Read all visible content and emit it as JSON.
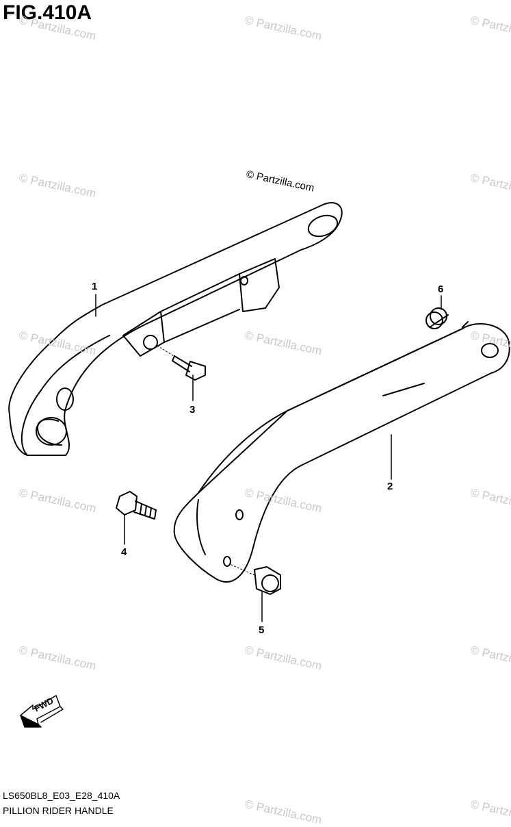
{
  "figure": {
    "title": "FIG.410A",
    "code": "LS650BL8_E03_E28_410A",
    "name": "PILLION RIDER HANDLE"
  },
  "callouts": [
    {
      "number": "1",
      "part": "rider handle (left)"
    },
    {
      "number": "2",
      "part": "rider handle (right)"
    },
    {
      "number": "3",
      "part": "bolt"
    },
    {
      "number": "4",
      "part": "bolt"
    },
    {
      "number": "5",
      "part": "cap nut"
    },
    {
      "number": "6",
      "part": "cushion"
    }
  ],
  "direction_arrow": {
    "label": "FWD"
  },
  "watermark": {
    "text": "© Partzilla.com"
  }
}
